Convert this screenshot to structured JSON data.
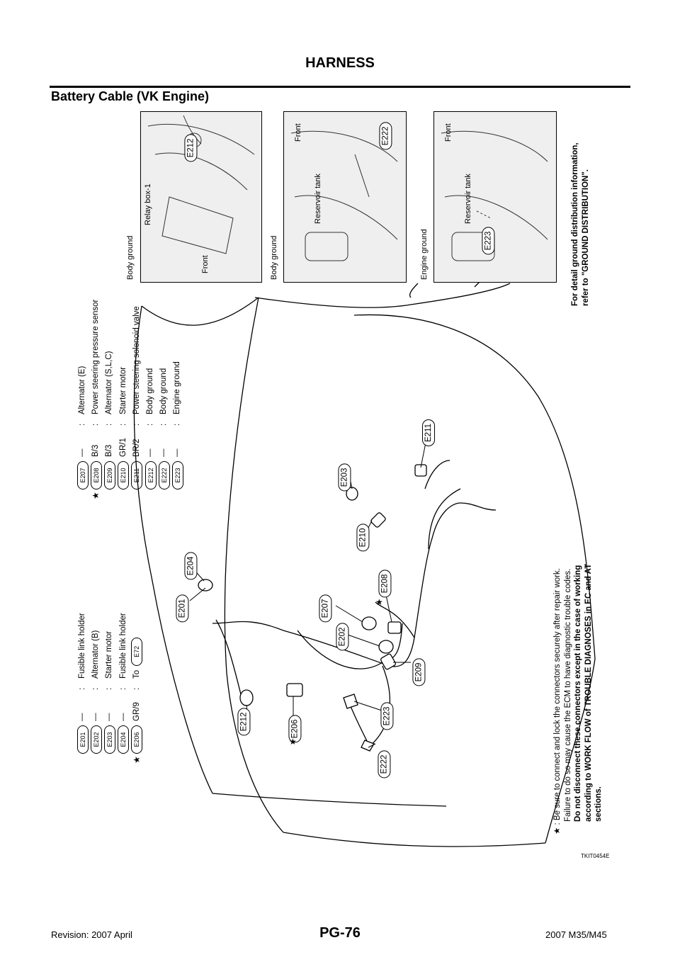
{
  "header": {
    "title": "HARNESS"
  },
  "section": {
    "title": "Battery Cable (VK Engine)"
  },
  "legend_left": [
    {
      "star": "",
      "tag": "E201",
      "code": "—",
      "desc": "Fusible link holder"
    },
    {
      "star": "",
      "tag": "E202",
      "code": "—",
      "desc": "Alternator (B)"
    },
    {
      "star": "",
      "tag": "E203",
      "code": "—",
      "desc": "Starter motor"
    },
    {
      "star": "",
      "tag": "E204",
      "code": "—",
      "desc": "Fusible link holder"
    },
    {
      "star": "★",
      "tag": "E206",
      "code": "GR/9",
      "desc": "To",
      "desc_tag": "E72"
    }
  ],
  "legend_right": [
    {
      "star": "",
      "tag": "E207",
      "code": "—",
      "desc": "Alternator (E)"
    },
    {
      "star": "★",
      "tag": "E208",
      "code": "B/3",
      "desc": "Power steering pressure sensor"
    },
    {
      "star": "",
      "tag": "E209",
      "code": "B/3",
      "desc": "Alternator (S,L,C)"
    },
    {
      "star": "",
      "tag": "E210",
      "code": "GR/1",
      "desc": "Starter motor"
    },
    {
      "star": "",
      "tag": "E211",
      "code": "BR/2",
      "desc": "Power steering solenoid valve"
    },
    {
      "star": "",
      "tag": "E212",
      "code": "—",
      "desc": "Body ground"
    },
    {
      "star": "",
      "tag": "E222",
      "code": "—",
      "desc": "Body ground"
    },
    {
      "star": "",
      "tag": "E223",
      "code": "—",
      "desc": "Engine ground"
    }
  ],
  "colon": ":",
  "note": {
    "star": "★",
    "lines": [
      ": Be sure to connect and lock the connectors securely after repair work.",
      "Failure to do so may cause the ECM to have diagnostic trouble codes.",
      "Do not disconnect these connectors except in the case of working",
      "according to WORK FLOW of TROUBLE DIAGNOSES in EC and AT",
      "sections."
    ]
  },
  "ground_note": [
    "For detail ground distribution information,",
    "refer to \"GROUND DISTRIBUTION\"."
  ],
  "photos": [
    {
      "caption": "Body ground",
      "tag": "E212",
      "labels": [
        "Relay box-1",
        "Front"
      ]
    },
    {
      "caption": "Body ground",
      "tag": "E222",
      "labels": [
        "Reservoir tank",
        "Front"
      ]
    },
    {
      "caption": "Engine ground",
      "tag": "E223",
      "labels": [
        "Reservoir tank",
        "Front"
      ]
    }
  ],
  "callouts": {
    "e201": "E201",
    "e204": "E204",
    "e203": "E203",
    "e211": "E211",
    "e210": "E210",
    "e208": "E208",
    "e207": "E207",
    "e202": "E202",
    "e209": "E209",
    "e212": "E212",
    "e206": "E206",
    "e223": "E223",
    "e222": "E222"
  },
  "stars": {
    "e206": "★",
    "e208": "★"
  },
  "figure_id": "TKIT0454E",
  "footer": {
    "left": "Revision: 2007 April",
    "center": "PG-76",
    "right": "2007 M35/M45"
  }
}
